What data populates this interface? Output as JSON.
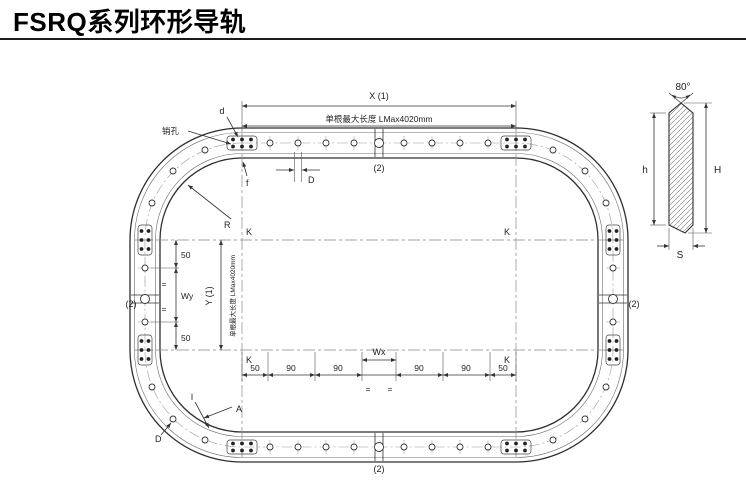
{
  "page": {
    "title": "FSRQ系列环形导轨"
  },
  "drawing": {
    "dims": {
      "x": "X (1)",
      "y": "Y (1)",
      "wx": "Wx",
      "top_max_length": "单根最大长度 LMax4020mm",
      "side_max_length": "单根最大长度 LMax4020mm",
      "pin_hole": "销孔",
      "d": "d",
      "D_top": "D",
      "D_corner": "D",
      "f": "f",
      "l": "l",
      "R": "R",
      "A": "A",
      "K": "K",
      "count2": "(2)",
      "equal": "="
    },
    "bottom_chain": [
      "50",
      "90",
      "90",
      "90",
      "90",
      "50"
    ],
    "left_chain": [
      "50",
      "Wy",
      "50"
    ]
  },
  "profile": {
    "angle": "80°",
    "h": "h",
    "H": "H",
    "S": "S"
  }
}
